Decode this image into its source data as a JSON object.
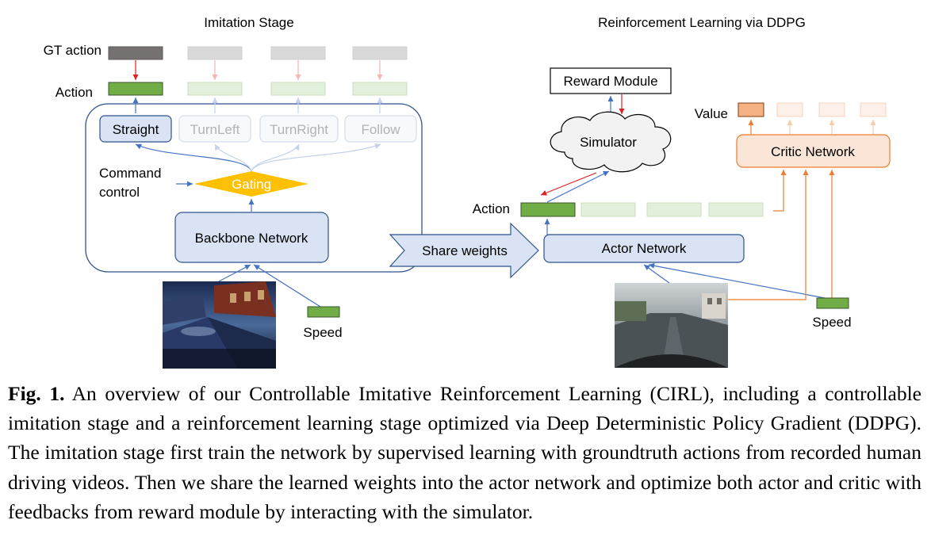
{
  "imitation": {
    "title": "Imitation Stage",
    "gt_action_label": "GT action",
    "action_label": "Action",
    "branches": [
      "Straight",
      "TurnLeft",
      "TurnRight",
      "Follow"
    ],
    "command_label_line1": "Command",
    "command_label_line2": "control",
    "gating_label": "Gating",
    "backbone_label": "Backbone Network",
    "speed_label": "Speed"
  },
  "share_weights_label": "Share weights",
  "rl": {
    "title": "Reinforcement Learning via DDPG",
    "reward_label": "Reward Module",
    "simulator_label": "Simulator",
    "value_label": "Value",
    "critic_label": "Critic Network",
    "action_label": "Action",
    "actor_label": "Actor Network",
    "speed_label": "Speed"
  },
  "colors": {
    "box_fill": "#dae3f3",
    "box_stroke": "#2f528f",
    "action_green": "#70ad47",
    "action_green_faded": "#e2efda",
    "gt_gray": "#767171",
    "gt_gray_faded": "#d9d9d9",
    "gating_orange": "#ffc000",
    "critic_fill": "#fbe5d6",
    "value_orange": "#f4b183",
    "arrow_red": "#e02020",
    "arrow_orange": "#ed7d31",
    "arrow_blue": "#4472c4"
  },
  "caption": {
    "label": "Fig. 1.",
    "text": "An overview of our Controllable Imitative Reinforcement Learning (CIRL), including a controllable imitation stage and a reinforcement learning stage optimized via Deep Deterministic Policy Gradient (DDPG). The imitation stage first train the network by supervised learning with groundtruth actions from recorded human driving videos. Then we share the learned weights into the actor network and optimize both actor and critic with feedbacks from reward module by interacting with the simulator."
  }
}
